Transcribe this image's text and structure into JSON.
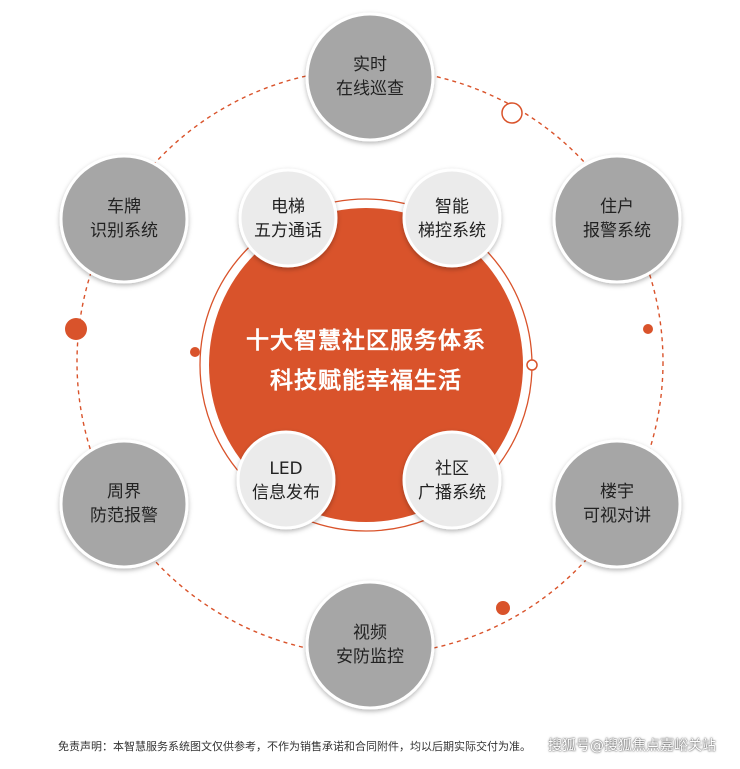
{
  "colors": {
    "accent": "#D9532B",
    "node_fill": "#A6A6A6",
    "inner_fill": "#EBEBEB",
    "center_fill": "#D9532B"
  },
  "center": {
    "line1": "十大智慧社区服务体系",
    "line2": "科技赋能幸福生活"
  },
  "outer_nodes": [
    {
      "line1": "实时",
      "line2": "在线巡查"
    },
    {
      "line1": "住户",
      "line2": "报警系统"
    },
    {
      "line1": "楼宇",
      "line2": "可视对讲"
    },
    {
      "line1": "视频",
      "line2": "安防监控"
    },
    {
      "line1": "周界",
      "line2": "防范报警"
    },
    {
      "line1": "车牌",
      "line2": "识别系统"
    }
  ],
  "inner_nodes": [
    {
      "line1": "电梯",
      "line2": "五方通话"
    },
    {
      "line1": "智能",
      "line2": "梯控系统"
    },
    {
      "line1": "LED",
      "line2": "信息发布"
    },
    {
      "line1": "社区",
      "line2": "广播系统"
    }
  ],
  "footer": {
    "disclaimer": "免责声明：本智慧服务系统图文仅供参考，不作为销售承诺和合同附件，均以后期实际交付为准。",
    "watermark": "搜狐号@搜狐焦点嘉峪关站"
  }
}
